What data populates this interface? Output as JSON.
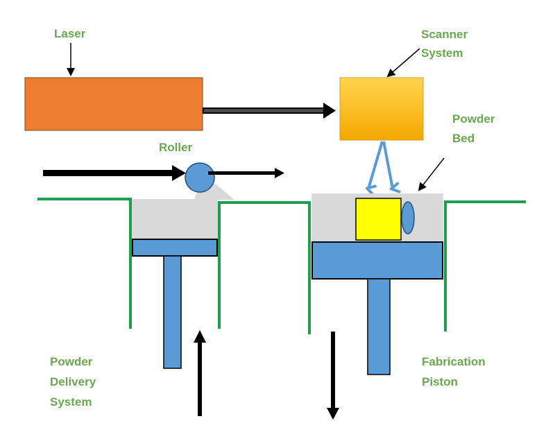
{
  "labels": {
    "laser": [
      "Laser"
    ],
    "scanner": [
      "Scanner",
      "System"
    ],
    "powder_bed": [
      "Powder",
      "Bed"
    ],
    "roller": [
      "Roller"
    ],
    "powder_delivery": [
      "Powder",
      "Delivery",
      "System"
    ],
    "fabrication_piston": [
      "Fabrication",
      "Piston"
    ]
  },
  "colors": {
    "label": "#6aa84f",
    "laser_fill": "#ed7d31",
    "scanner_fill_top": "#ffd54f",
    "scanner_fill_bottom": "#f5a800",
    "piston_blue": "#5b9bd5",
    "wall_green": "#1e9e4e",
    "powder_gray": "#d9d9d9",
    "part_yellow": "#ffff00",
    "beam_blue": "#5b9bd5",
    "arrow_black": "#000000"
  }
}
